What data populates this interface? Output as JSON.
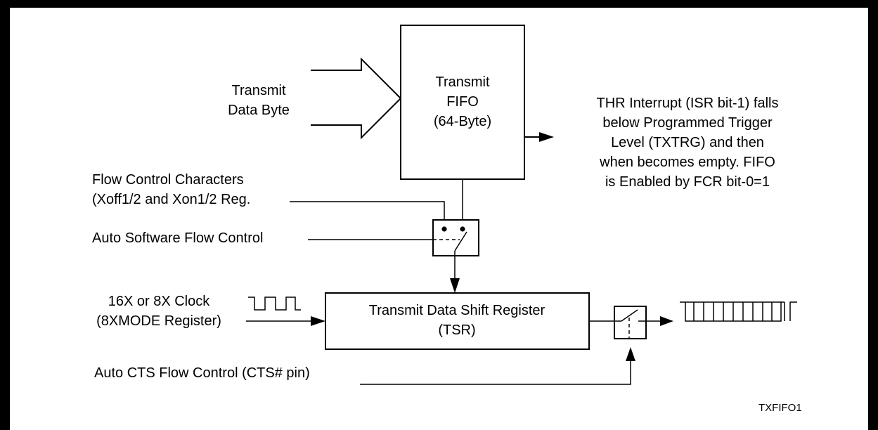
{
  "diagram": {
    "input_label": [
      "Transmit",
      "Data Byte"
    ],
    "fifo_label": [
      "Transmit",
      "FIFO",
      "(64-Byte)"
    ],
    "interrupt_note": [
      "THR Interrupt (ISR bit-1) falls",
      "below Programmed Trigger",
      "Level (TXTRG) and then",
      "when becomes empty. FIFO",
      "is Enabled by FCR bit-0=1"
    ],
    "flow_chars_label": [
      "Flow Control Characters",
      "(Xoff1/2 and Xon1/2 Reg."
    ],
    "auto_sw_flow_label": "Auto Software Flow Control",
    "clock_label": [
      "16X or 8X Clock",
      "(8XMODE Register)"
    ],
    "tsr_label": [
      "Transmit Data Shift Register",
      "(TSR)"
    ],
    "cts_label": "Auto CTS Flow Control (CTS# pin)",
    "figure_id": "TXFIFO1"
  }
}
